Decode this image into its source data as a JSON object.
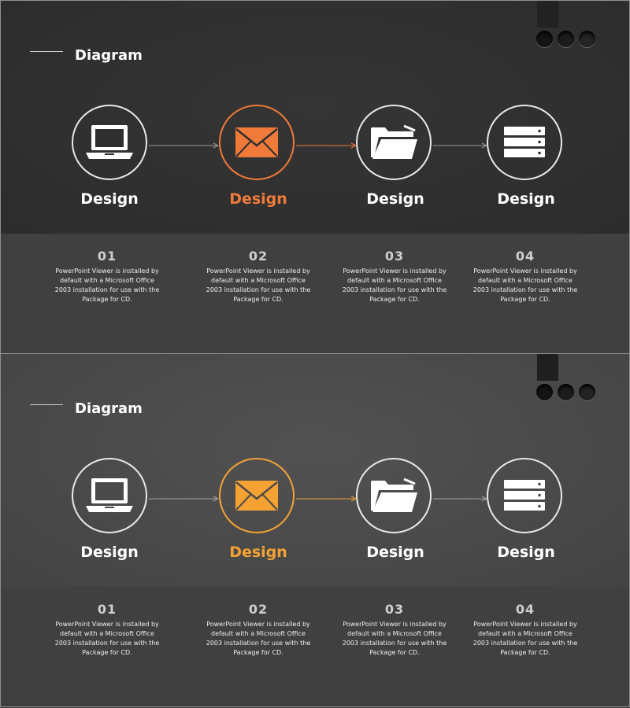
{
  "slides": [
    {
      "title": "Diagram",
      "accent": "#f07a3a",
      "steps": [
        {
          "label": "Design",
          "icon": "laptop-icon"
        },
        {
          "label": "Design",
          "icon": "envelope-icon"
        },
        {
          "label": "Design",
          "icon": "folder-icon"
        },
        {
          "label": "Design",
          "icon": "server-icon"
        }
      ],
      "items": [
        {
          "number": "01",
          "text": "PowerPoint Viewer is installed by default with a Microsoft Office 2003 installation for use with the Package for CD."
        },
        {
          "number": "02",
          "text": "PowerPoint Viewer is installed by default with a Microsoft Office 2003 installation for use with the Package for CD."
        },
        {
          "number": "03",
          "text": "PowerPoint Viewer is installed by default with a Microsoft Office 2003 installation for use with the Package for CD."
        },
        {
          "number": "04",
          "text": "PowerPoint Viewer is installed by default with a Microsoft Office 2003 installation for use with the Package for CD."
        }
      ]
    },
    {
      "title": "Diagram",
      "accent": "#f5a233",
      "steps": [
        {
          "label": "Design",
          "icon": "laptop-icon"
        },
        {
          "label": "Design",
          "icon": "envelope-icon"
        },
        {
          "label": "Design",
          "icon": "folder-icon"
        },
        {
          "label": "Design",
          "icon": "server-icon"
        }
      ],
      "items": [
        {
          "number": "01",
          "text": "PowerPoint Viewer is installed by default with a Microsoft Office 2003 installation for use with the Package for CD."
        },
        {
          "number": "02",
          "text": "PowerPoint Viewer is installed by default with a Microsoft Office 2003 installation for use with the Package for CD."
        },
        {
          "number": "03",
          "text": "PowerPoint Viewer is installed by default with a Microsoft Office 2003 installation for use with the Package for CD."
        },
        {
          "number": "04",
          "text": "PowerPoint Viewer is installed by default with a Microsoft Office 2003 installation for use with the Package for CD."
        }
      ]
    }
  ]
}
